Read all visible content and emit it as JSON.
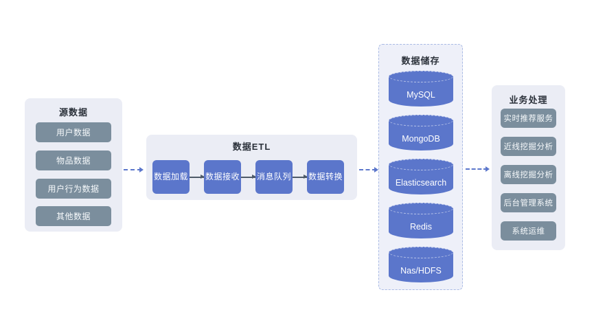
{
  "source": {
    "title": "源数据",
    "items": [
      "用户数据",
      "物品数据",
      "用户行为数据",
      "其他数据"
    ]
  },
  "etl": {
    "title": "数据ETL",
    "steps": [
      "数据加载",
      "数据接收",
      "消息队列",
      "数据转换"
    ]
  },
  "storage": {
    "title": "数据储存",
    "items": [
      "MySQL",
      "MongoDB",
      "Elasticsearch",
      "Redis",
      "Nas/HDFS"
    ]
  },
  "business": {
    "title": "业务处理",
    "items": [
      "实时推荐服务",
      "近线挖掘分析",
      "离线挖掘分析",
      "后台管理系统",
      "系统运维"
    ]
  },
  "colors": {
    "accent_blue": "#5b76cb",
    "slate_gray": "#7b8e9d",
    "panel_bg": "#ebedf5",
    "storage_panel_bg": "#eef0f9",
    "storage_dashed_border": "#a9bae4",
    "title_text": "#2b313a",
    "etl_solid_arrow": "#4e5a68",
    "flow_dashed_arrow": "#5b76cb",
    "node_text": "#ffffff",
    "background": "#ffffff"
  }
}
